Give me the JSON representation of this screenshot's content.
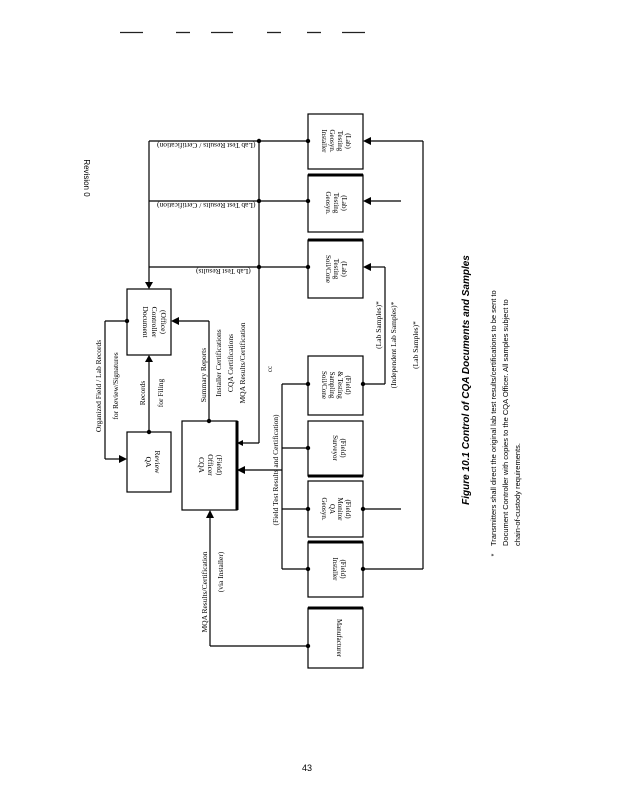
{
  "page": {
    "revision": "Revision 0",
    "page_number": "43",
    "orientation": "rotated 90 degrees clockwise"
  },
  "figure": {
    "caption": "Figure 10.1  Control of CQA Documents and Samples",
    "footnote_marker": "*",
    "footnote_lines": [
      "Transmitters shall direct the original lab test results/certifications to be sent to",
      "Document Controller with copies to the CQA Officer.  All samples subject to",
      "chain-of-custody requirements."
    ]
  },
  "boxes": {
    "document_controller": [
      "Document",
      "Controller",
      "(Office)"
    ],
    "qa_review": [
      "QA",
      "Review"
    ],
    "cqa_officer": [
      "CQA",
      "Officer",
      "(Field)"
    ],
    "installer_geosyn_testing": [
      "Installer",
      "Geosyn.",
      "Testing",
      "(Lab)"
    ],
    "geosyn_testing": [
      "Geosyn.",
      "Testing",
      "(Lab)"
    ],
    "soil_cone_testing": [
      "Soil/Cone",
      "Testing",
      "(Lab)"
    ],
    "soil_cone_sampling": [
      "Soil/Cone",
      "Sampling",
      "& Testing",
      "(Field)"
    ],
    "surveyor": [
      "Surveyor",
      "(Field)"
    ],
    "geosyn_qa_monitor": [
      "Geosyn.",
      "QA",
      "Monitor",
      "(Field)"
    ],
    "installer": [
      "Installer",
      "(Field)"
    ],
    "manufacturer": [
      "Manufacturer"
    ]
  },
  "labels": {
    "lab_results_cert_1": "(Lab Test Results / Certification)",
    "lab_results_cert_2": "(Lab Test Results / Certification)",
    "lab_results": "(Lab Test Results)",
    "organized_field_lab": "Organized Field / Lab Records",
    "for_review": "for Review/Signatures",
    "records": "Records",
    "for_filing": "for Filing",
    "summary_reports": "Summary Reports",
    "installer_certs": "Installer Certifications",
    "cqa_certs": "CQA Certifications",
    "mqa_results": "MQA Results/Certification",
    "cc": "cc",
    "field_results": "(Field Test Results and Certification)",
    "lab_samples_1": "(Lab Samples)*",
    "independent_lab_samples": "(Independent Lab Samples)*",
    "lab_samples_2": "(Lab Samples)*",
    "mqa_cert": "MQA Results/Certification",
    "via_installer": "(via Installer)"
  }
}
